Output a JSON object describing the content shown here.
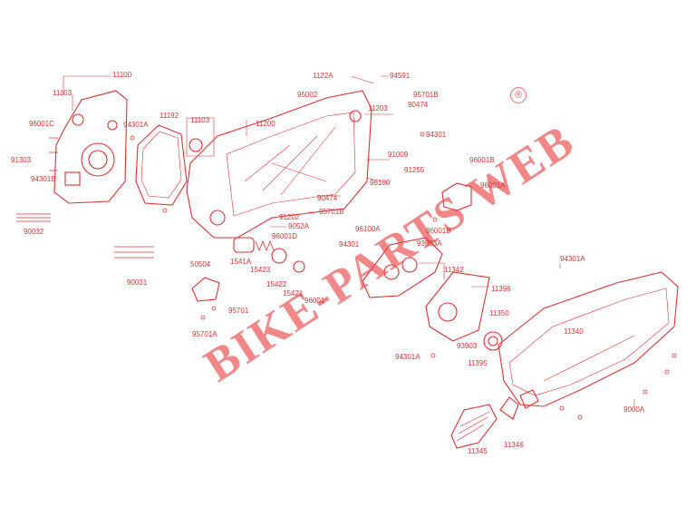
{
  "watermark": "BIKE-PARTS WEB",
  "copyright_symbol": "®",
  "accent_color": "#e23030",
  "labels": [
    "11100",
    "11103",
    "96001C",
    "94301A",
    "11192",
    "11103",
    "11200",
    "1122A",
    "94591",
    "95002",
    "95701B",
    "90474",
    "11203",
    "94301",
    "91303",
    "94301B",
    "90032",
    "91009",
    "91255",
    "96001B",
    "96100",
    "96001A",
    "90474",
    "95701B",
    "91202",
    "9052A",
    "96001D",
    "96001B",
    "96100A",
    "94301",
    "93903A",
    "90031",
    "50504",
    "1541A",
    "15423",
    "15422",
    "15421",
    "96001",
    "11342",
    "94301A",
    "95701",
    "95701A",
    "11396",
    "11350",
    "11340",
    "93903",
    "94301A",
    "11395",
    "9000A",
    "11345",
    "11346"
  ]
}
